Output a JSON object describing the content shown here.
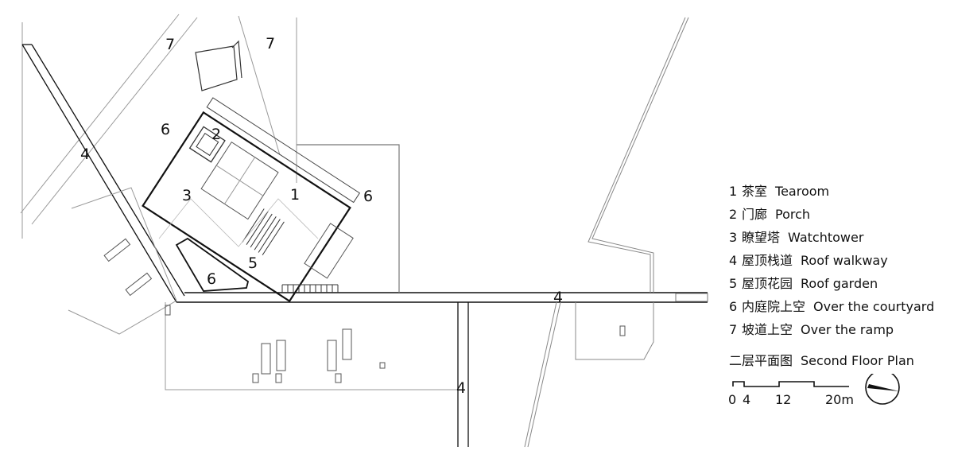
{
  "zone_labels": [
    "7",
    "7",
    "6",
    "2",
    "4",
    "3",
    "1",
    "6",
    "5",
    "6",
    "4",
    "4"
  ],
  "legend": [
    {
      "num": "1",
      "zh": "茶室",
      "en": "Tearoom"
    },
    {
      "num": "2",
      "zh": "门廊",
      "en": "Porch"
    },
    {
      "num": "3",
      "zh": "瞭望塔",
      "en": "Watchtower"
    },
    {
      "num": "4",
      "zh": "屋顶栈道",
      "en": "Roof walkway"
    },
    {
      "num": "5",
      "zh": "屋顶花园",
      "en": "Roof garden"
    },
    {
      "num": "6",
      "zh": "内庭院上空",
      "en": "Over the courtyard"
    },
    {
      "num": "7",
      "zh": "坡道上空",
      "en": "Over the ramp"
    }
  ],
  "plan_title": {
    "zh": "二层平面图",
    "en": "Second Floor Plan"
  },
  "scale_bar": {
    "ticks": [
      "0",
      "4",
      "12",
      "20m"
    ]
  },
  "icons": {
    "north_arrow": "north-arrow-icon"
  },
  "colors": {
    "line": "#111111",
    "thin_line": "#888888"
  }
}
